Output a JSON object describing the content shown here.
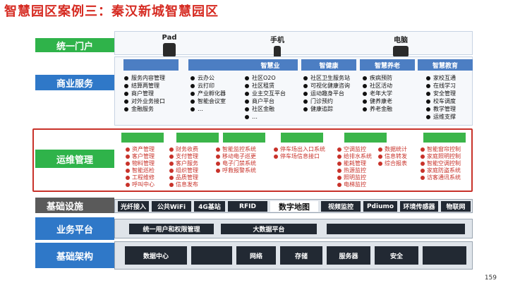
{
  "title": "智慧园区案例三：秦汉新城智慧园区",
  "page_number": "159",
  "sections": {
    "portal": "统一门户",
    "business": "商业服务",
    "operations": "运维管理",
    "infrastructure": "基础设施",
    "platform": "业务平台",
    "base_arch": "基础架构"
  },
  "portal_devices": [
    "Pad",
    "手机",
    "电脑"
  ],
  "biz_headers": [
    "",
    "",
    "智慧业",
    "智健康",
    "智慧养老",
    "智慧教育"
  ],
  "biz_columns": [
    [
      "服务内容管理",
      "结算两管理",
      "商户管理",
      "对外业务接口",
      "金融服务"
    ],
    [
      "云办公",
      "云打印",
      "产业孵化器",
      "智能会议室",
      "…"
    ],
    [
      "社区O2O",
      "社区租赁",
      "业主交互平台",
      "商户平台",
      "社区金融",
      "…"
    ],
    [
      "社区卫生服务站",
      "可视化健康咨询",
      "运动趣身平台",
      "门诊预约",
      "健康追踪"
    ],
    [
      "疾病预防",
      "社区活动",
      "老年大学",
      "健养康老",
      "养老金融"
    ],
    [
      "家校互通",
      "在线学习",
      "安全管理",
      "校车调度",
      "教学管理",
      "运维支撑"
    ]
  ],
  "ops_columns": [
    [
      "资产管理",
      "客户管理",
      "物料管理",
      "智能巡检",
      "工程维修",
      "呼叫中心"
    ],
    [
      "财务收费",
      "支付管理",
      "客户服务",
      "组织管理",
      "品质管理",
      "信息发布"
    ],
    [
      "智能监控系统",
      "移动电子巡更",
      "电子门禁系统",
      "呼救报警系统"
    ],
    [
      "停车场出入口系统",
      "停车场信息接口"
    ],
    [
      "空调监控",
      "给排水系统",
      "能耗管理",
      "热源监控",
      "照明监控",
      "电梯监控"
    ],
    [
      "数据统计",
      "信息转发",
      "综合报表"
    ],
    [
      "智能窗帘控制",
      "家庭照明控制",
      "智能空调控制",
      "家庭防盗系统",
      "访客通讯系统"
    ]
  ],
  "infra_items": [
    "光纤接入",
    "公共WiFi",
    "4G基站",
    "RFID",
    "数字地图",
    "视频监控",
    "Pdiumo",
    "环境传感器",
    "物联网"
  ],
  "platform_items": [
    "统一用户和权限管理",
    "大数据平台"
  ],
  "arch_items": [
    "数据中心",
    "网络",
    "存储",
    "服务器",
    "安全"
  ]
}
